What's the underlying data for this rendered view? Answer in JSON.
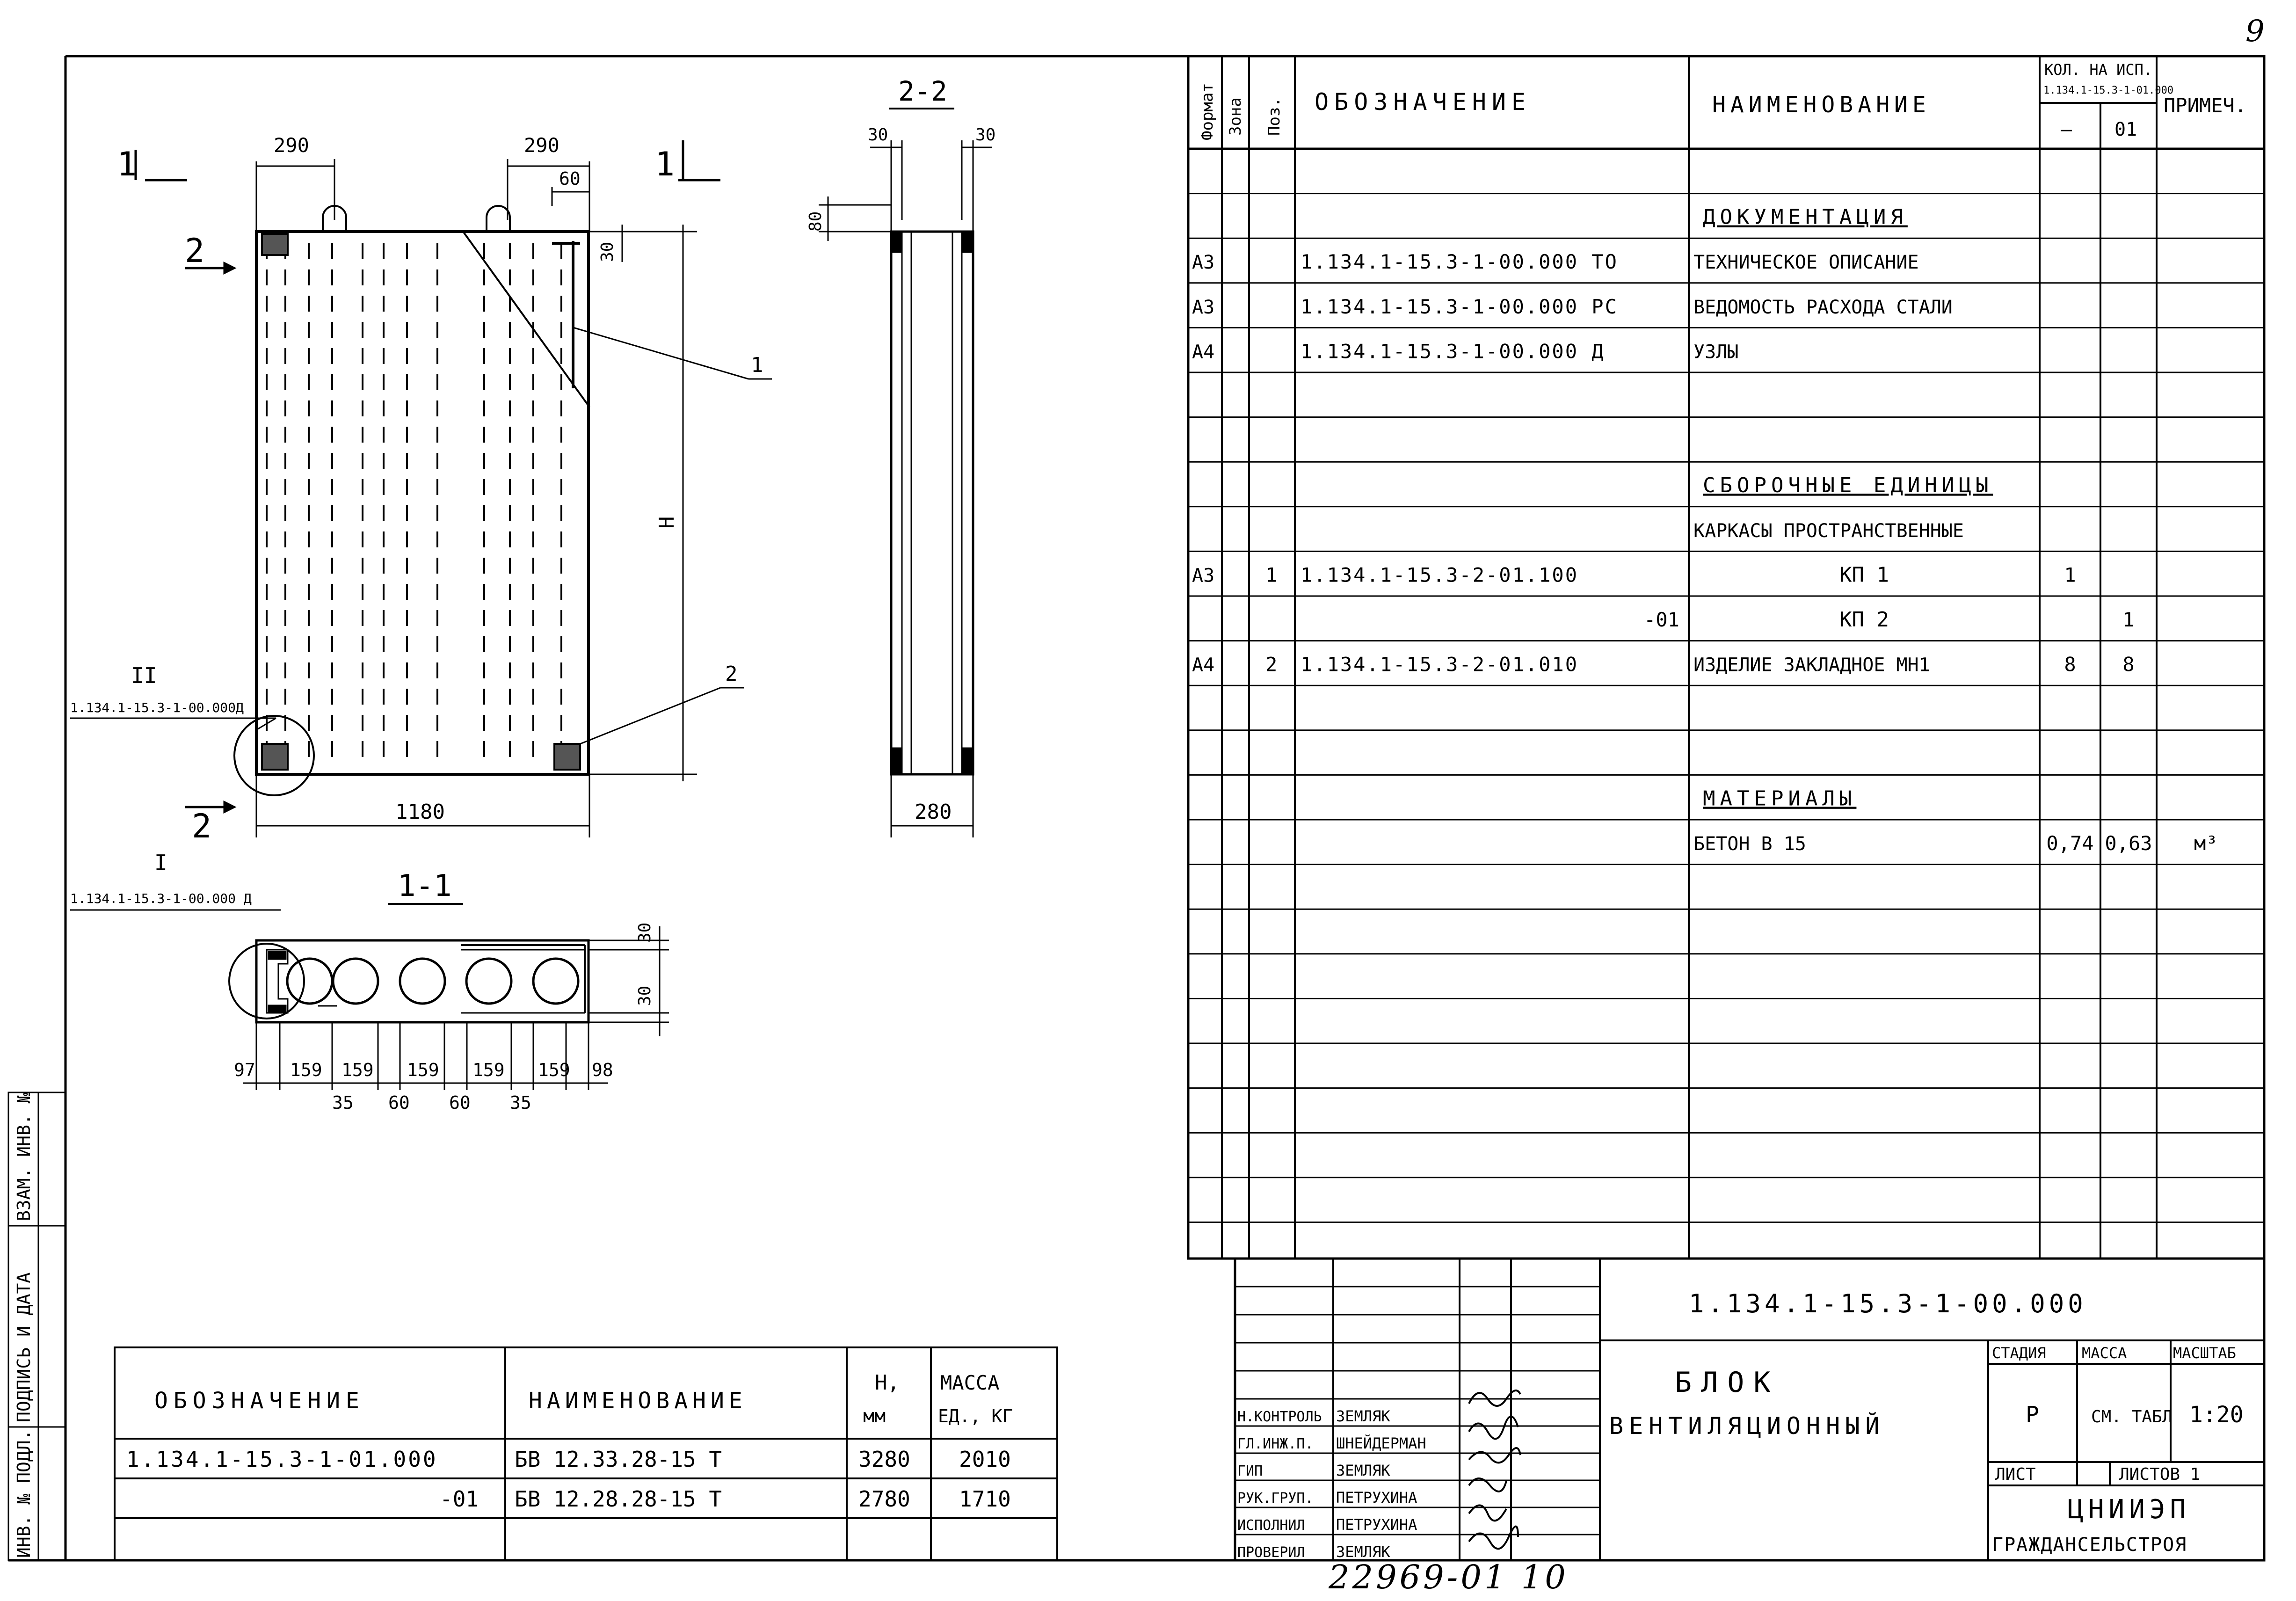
{
  "page_number": "9",
  "footer_stamp": "22969-01  10",
  "drawing": {
    "sections": {
      "cut1": "1",
      "cut2": "2",
      "section_1_1": "1-1",
      "section_2_2": "2-2"
    },
    "dims": {
      "d290_left": "290",
      "d290_right": "290",
      "d60": "60",
      "d30_top": "30",
      "height": "Н",
      "width": "1180",
      "d30_s2_left": "30",
      "d30_s2_right": "30",
      "d80": "80",
      "d280": "280",
      "s1_d30_top": "30",
      "s1_d30_bot": "30",
      "spans_top": [
        "97",
        "159",
        "159",
        "159",
        "159",
        "159",
        "98"
      ],
      "spans_bot": [
        "35",
        "60",
        "60",
        "35"
      ]
    },
    "callouts": {
      "pos1": "1",
      "pos2": "2",
      "node2_mark": "II",
      "node2_ref": "1.134.1-15.3-1-00.000Д",
      "node1_mark": "I",
      "node1_ref": "1.134.1-15.3-1-00.000 Д"
    }
  },
  "spec_table": {
    "headers": {
      "format": "Формат",
      "zone": "Зона",
      "pos": "Поз.",
      "designation": "ОБОЗНАЧЕНИЕ",
      "name": "НАИМЕНОВАНИЕ",
      "qty_title": "КОЛ. НА ИСП.",
      "qty_doc": "1.134.1-15.3-1-01.000",
      "qty_col_a": "—",
      "qty_col_b": "01",
      "note": "ПРИМЕЧ."
    },
    "rows": [
      {
        "format": "",
        "pos": "",
        "designation": "",
        "name": "",
        "qa": "",
        "qb": "",
        "note": "",
        "heading": false
      },
      {
        "format": "",
        "pos": "",
        "designation": "",
        "name": "ДОКУМЕНТАЦИЯ",
        "qa": "",
        "qb": "",
        "note": "",
        "heading": true
      },
      {
        "format": "А3",
        "pos": "",
        "designation": "1.134.1-15.3-1-00.000 ТО",
        "name": "ТЕХНИЧЕСКОЕ ОПИСАНИЕ",
        "qa": "",
        "qb": "",
        "note": "",
        "heading": false
      },
      {
        "format": "А3",
        "pos": "",
        "designation": "1.134.1-15.3-1-00.000 РС",
        "name": "ВЕДОМОСТЬ РАСХОДА СТАЛИ",
        "qa": "",
        "qb": "",
        "note": "",
        "heading": false
      },
      {
        "format": "А4",
        "pos": "",
        "designation": "1.134.1-15.3-1-00.000 Д",
        "name": "УЗЛЫ",
        "qa": "",
        "qb": "",
        "note": "",
        "heading": false
      },
      {
        "format": "",
        "pos": "",
        "designation": "",
        "name": "",
        "qa": "",
        "qb": "",
        "note": "",
        "heading": false
      },
      {
        "format": "",
        "pos": "",
        "designation": "",
        "name": "",
        "qa": "",
        "qb": "",
        "note": "",
        "heading": false
      },
      {
        "format": "",
        "pos": "",
        "designation": "",
        "name": "СБОРОЧНЫЕ ЕДИНИЦЫ",
        "qa": "",
        "qb": "",
        "note": "",
        "heading": true
      },
      {
        "format": "",
        "pos": "",
        "designation": "",
        "name": "КАРКАСЫ ПРОСТРАНСТВЕННЫЕ",
        "qa": "",
        "qb": "",
        "note": "",
        "heading": false
      },
      {
        "format": "А3",
        "pos": "1",
        "designation": "1.134.1-15.3-2-01.100",
        "name": "КП 1",
        "qa": "1",
        "qb": "",
        "note": "",
        "heading": false,
        "center": true
      },
      {
        "format": "",
        "pos": "",
        "designation": "-01",
        "name": "КП 2",
        "qa": "",
        "qb": "1",
        "note": "",
        "heading": false,
        "center": true,
        "right": true
      },
      {
        "format": "А4",
        "pos": "2",
        "designation": "1.134.1-15.3-2-01.010",
        "name": "ИЗДЕЛИЕ ЗАКЛАДНОЕ МН1",
        "qa": "8",
        "qb": "8",
        "note": "",
        "heading": false
      },
      {
        "format": "",
        "pos": "",
        "designation": "",
        "name": "",
        "qa": "",
        "qb": "",
        "note": "",
        "heading": false
      },
      {
        "format": "",
        "pos": "",
        "designation": "",
        "name": "",
        "qa": "",
        "qb": "",
        "note": "",
        "heading": false
      },
      {
        "format": "",
        "pos": "",
        "designation": "",
        "name": "МАТЕРИАЛЫ",
        "qa": "",
        "qb": "",
        "note": "",
        "heading": true
      },
      {
        "format": "",
        "pos": "",
        "designation": "",
        "name": "БЕТОН       В 15",
        "qa": "0,74",
        "qb": "0,63",
        "note": "м³",
        "heading": false
      }
    ]
  },
  "stamp": {
    "code": "1.134.1-15.3-1-00.000",
    "title_line1": "БЛОК",
    "title_line2": "ВЕНТИЛЯЦИОННЫЙ",
    "stage_label": "СТАДИЯ",
    "mass_label": "МАССА",
    "scale_label": "МАСШТАБ",
    "stage": "Р",
    "mass": "СМ. ТАБЛ",
    "scale": "1:20",
    "sheet_label": "ЛИСТ",
    "sheets_label": "ЛИСТОВ 1",
    "org_line1": "ЦНИИЭП",
    "org_line2": "ГРАЖДАНСЕЛЬСТРОЯ",
    "signers": [
      {
        "role": "Н.КОНТРОЛЬ",
        "name": "ЗЕМЛЯК"
      },
      {
        "role": "ГЛ.ИНЖ.П.",
        "name": "ШНЕЙДЕРМАН"
      },
      {
        "role": "ГИП",
        "name": "ЗЕМЛЯК"
      },
      {
        "role": "РУК.ГРУП.",
        "name": "ПЕТРУХИНА"
      },
      {
        "role": "ИСПОЛНИЛ",
        "name": "ПЕТРУХИНА"
      },
      {
        "role": "ПРОВЕРИЛ",
        "name": "ЗЕМЛЯК"
      }
    ]
  },
  "variants_table": {
    "headers": {
      "designation": "ОБОЗНАЧЕНИЕ",
      "name": "НАИМЕНОВАНИЕ",
      "h": "Н,",
      "h_unit": "мм",
      "mass": "МАССА",
      "mass_unit": "ЕД., КГ"
    },
    "rows": [
      {
        "designation": "1.134.1-15.3-1-01.000",
        "name": "БВ 12.33.28-15 Т",
        "h": "3280",
        "mass": "2010"
      },
      {
        "designation": "-01",
        "name": "БВ 12.28.28-15 Т",
        "h": "2780",
        "mass": "1710"
      }
    ]
  },
  "side_strip": [
    "ИНВ. № ПОДЛ.",
    "ПОДПИСЬ И ДАТА",
    "ВЗАМ. ИНВ. №"
  ]
}
